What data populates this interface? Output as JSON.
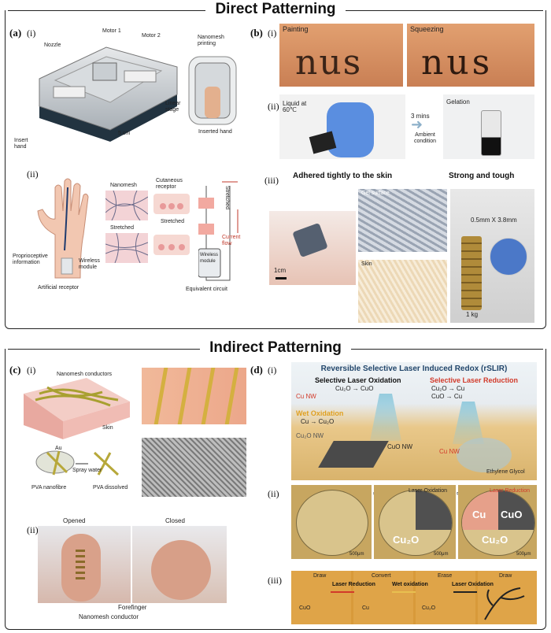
{
  "sections": {
    "direct": "Direct Patterning",
    "indirect": "Indirect Patterning"
  },
  "panel_a": {
    "label": "(a)",
    "i": "(i)",
    "ii": "(ii)",
    "nozzle": "Nozzle",
    "motor1": "Motor 1",
    "motor2": "Motor 2",
    "linear_stage": "Linear stage",
    "insert_hand": "Insert hand",
    "scale": "5 cm",
    "nanomesh_printing": "Nanomesh printing",
    "inserted_hand": "Inserted hand",
    "nanomesh": "Nanomesh",
    "cutaneous_receptor": "Cutaneous receptor",
    "stretched": "Stretched",
    "stretched2": "Stretched",
    "proprioceptive": "Proprioceptive information",
    "wireless_module": "Wireless module",
    "artificial_receptor": "Artificial receptor",
    "current_flow": "Current flow",
    "wireless_module_box": "Wireless module",
    "equivalent_circuit": "Equivalent circuit"
  },
  "panel_b": {
    "label": "(b)",
    "i": "(i)",
    "ii": "(ii)",
    "iii": "(iii)",
    "painting": "Painting",
    "squeezing": "Squeezing",
    "nus": "nus",
    "liquid": "Liquid at 60℃",
    "three_mins": "3 mins",
    "ambient": "Ambient condition",
    "gelation": "Gelation",
    "adhered": "Adhered tightly to the skin",
    "strong": "Strong and tough",
    "gel_surface": "Gel surface",
    "skin": "Skin",
    "scale_1cm": "1cm",
    "dims": "0.5mm X 3.8mm",
    "weight": "1 kg"
  },
  "panel_c": {
    "label": "(c)",
    "i": "(i)",
    "ii": "(ii)",
    "nanomesh_conductors": "Nanomesh conductors",
    "skin": "Skin",
    "au": "Au",
    "spray_water": "Spray water",
    "pva_nanofibre": "PVA nanofibre",
    "pva_dissolved": "PVA dissolved",
    "opened": "Opened",
    "closed": "Closed",
    "forefinger": "Forefinger",
    "nanomesh_conductor": "Nanomesh conductor"
  },
  "panel_d": {
    "label": "(d)",
    "i": "(i)",
    "ii": "(ii)",
    "iii": "(iii)",
    "title": "Reversible Selective Laser Induced Redox (rSLIR)",
    "sel_ox": "Selective Laser Oxidation",
    "sel_ox_eq": "Cu₂O → CuO",
    "sel_red": "Selective Laser Reduction",
    "sel_red_eq1": "Cu₂O → Cu",
    "sel_red_eq2": "CuO → Cu",
    "cu_nw": "Cu NW",
    "wet_ox": "Wet Oxidation",
    "wet_ox_eq": "Cu → Cu₂O",
    "cu2o_nw": "Cu₂O NW",
    "cuo_nw": "CuO NW",
    "cu_nw2": "Cu NW",
    "ethylene": "Ethylene Glycol",
    "laser_oxidation": "Laser Oxidation",
    "laser_reduction": "Laser Reduction",
    "cu": "Cu",
    "cuo": "CuO",
    "cu2o": "Cu₂O",
    "cu2o_b": "Cu₂O",
    "scale": "500μm",
    "draw": "Draw",
    "convert": "Convert",
    "erase": "Erase",
    "draw2": "Draw",
    "arrow_red": "Laser Reduction",
    "arrow_wet": "Wet oxidation",
    "arrow_ox": "Laser Oxidation",
    "cuo_s": "CuO",
    "cu_s": "Cu",
    "cu2o_s": "Cu₂O"
  },
  "colors": {
    "frame": "#222222",
    "oxidation": "#1a1a1a",
    "reduction": "#d23a2a",
    "wet": "#e0a020",
    "current": "#c0392b"
  }
}
